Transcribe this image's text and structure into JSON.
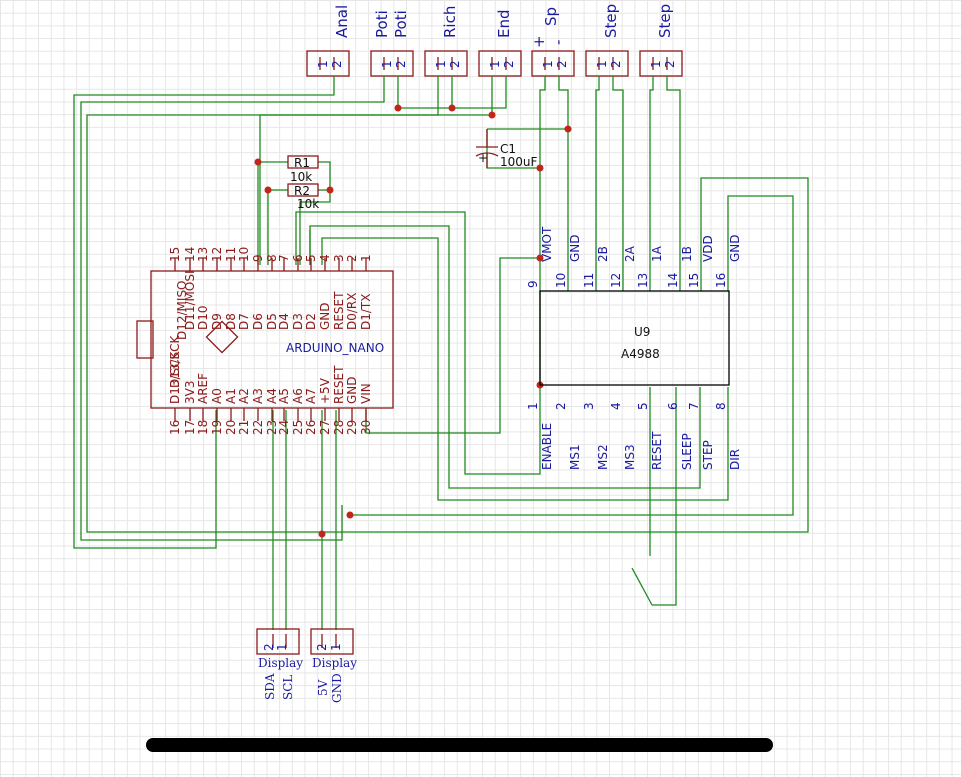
{
  "connectors_top": [
    "Anal",
    "Poti",
    "Poti",
    "Rich",
    "End",
    "Sp",
    "Step",
    "Step"
  ],
  "speaker_signs": [
    "+",
    "-"
  ],
  "pin_numbers_12": [
    "1",
    "2"
  ],
  "components": {
    "r1": {
      "name": "R1",
      "value": "10k"
    },
    "r2": {
      "name": "R2",
      "value": "10k"
    },
    "c1": {
      "name": "C1",
      "value": "100uF"
    }
  },
  "arduino": {
    "name": "ARDUINO_NANO",
    "top_pin_numbers": [
      "15",
      "14",
      "13",
      "12",
      "11",
      "10",
      "9",
      "8",
      "7",
      "6",
      "5",
      "4",
      "3",
      "2",
      "1"
    ],
    "top_pin_names": [
      "D13/SCK",
      "D12/MISO",
      "D11/MOSI",
      "D10",
      "D9",
      "D8",
      "D7",
      "D6",
      "D5",
      "D4",
      "D3",
      "D2",
      "GND",
      "RESET",
      "D0/RX",
      "D1/TX"
    ],
    "bottom_pin_numbers": [
      "16",
      "17",
      "18",
      "19",
      "20",
      "21",
      "22",
      "23",
      "24",
      "25",
      "26",
      "27",
      "28",
      "29",
      "30"
    ],
    "bottom_pin_names": [
      "D13/SCK",
      "3V3",
      "AREF",
      "A0",
      "A1",
      "A2",
      "A3",
      "A4",
      "A5",
      "A6",
      "A7",
      "+5V",
      "RESET",
      "GND",
      "VIN"
    ]
  },
  "driver": {
    "name": "U9",
    "value": "A4988",
    "top_pins": [
      {
        "num": "9",
        "name": "VMOT"
      },
      {
        "num": "10",
        "name": "GND"
      },
      {
        "num": "11",
        "name": "2B"
      },
      {
        "num": "12",
        "name": "2A"
      },
      {
        "num": "13",
        "name": "1A"
      },
      {
        "num": "14",
        "name": "1B"
      },
      {
        "num": "15",
        "name": "VDD"
      },
      {
        "num": "16",
        "name": "GND"
      }
    ],
    "bottom_pins": [
      {
        "num": "1",
        "name": "ENABLE"
      },
      {
        "num": "2",
        "name": "MS1"
      },
      {
        "num": "3",
        "name": "MS2"
      },
      {
        "num": "4",
        "name": "MS3"
      },
      {
        "num": "5",
        "name": "RESET"
      },
      {
        "num": "6",
        "name": "SLEEP"
      },
      {
        "num": "7",
        "name": "STEP"
      },
      {
        "num": "8",
        "name": "DIR"
      }
    ]
  },
  "display_connectors": [
    {
      "pins": [
        "2",
        "1"
      ],
      "label": "Display",
      "signals": [
        "SDA",
        "SCL"
      ]
    },
    {
      "pins": [
        "2",
        "1"
      ],
      "label": "Display",
      "signals": [
        "5V",
        "GND"
      ]
    }
  ]
}
